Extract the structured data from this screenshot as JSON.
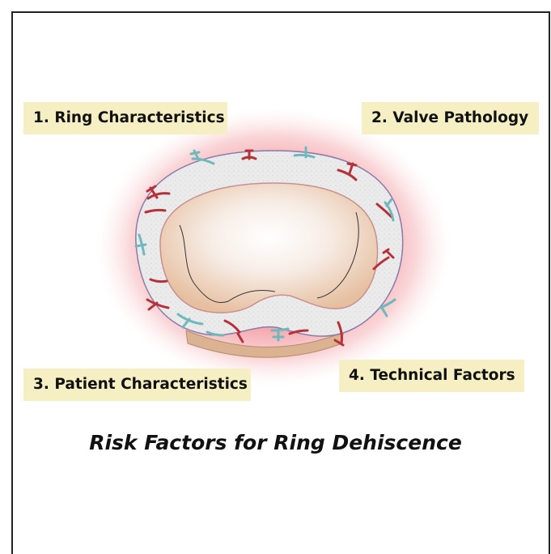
{
  "labels": {
    "ring_characteristics": "1. Ring Characteristics",
    "valve_pathology": "2. Valve Pathology",
    "patient_characteristics": "3. Patient Characteristics",
    "technical_factors": "4. Technical Factors"
  },
  "caption": "Risk Factors for Ring Dehiscence",
  "colors": {
    "halo": "#f2a3a8",
    "ring": "#e9e9ea",
    "tissue": "#efcfb3",
    "suture_red": "#b5323a",
    "suture_teal": "#6fb8bd",
    "label_bg": "#f5efc3"
  }
}
